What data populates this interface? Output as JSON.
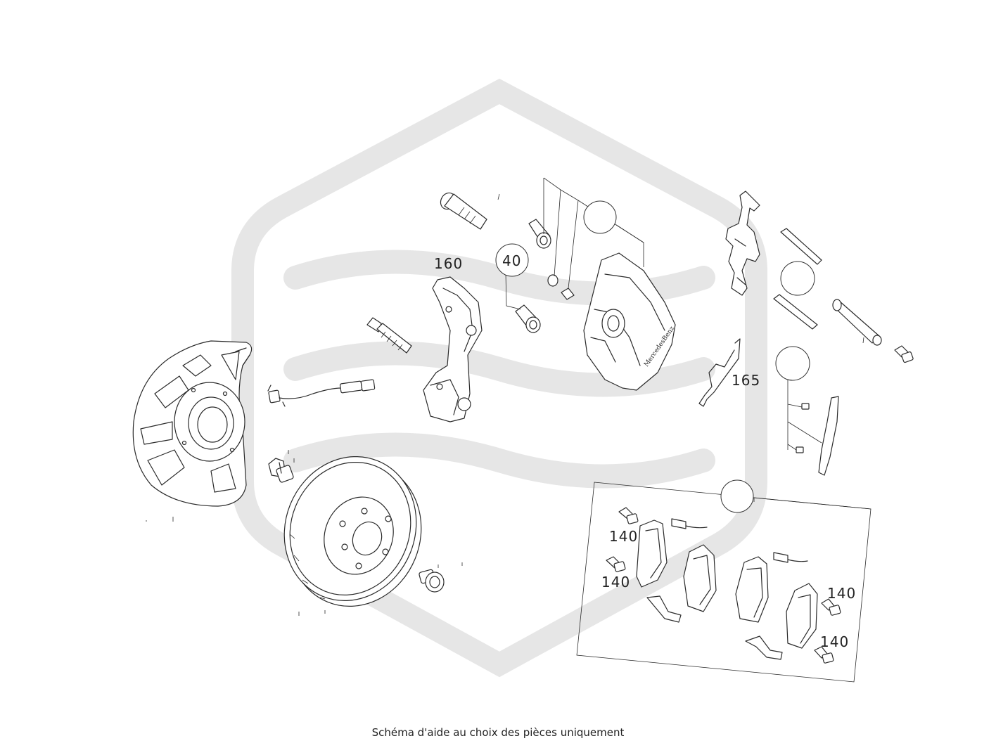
{
  "callouts": {
    "c160": "160",
    "c40": "40",
    "c165": "165",
    "c140a": "140",
    "c140b": "140",
    "c140c": "140",
    "c140d": "140"
  },
  "caption": "Schéma d'aide au choix des pièces uniquement",
  "colors": {
    "watermark": "#e6e6e6",
    "lines": "#2a2a2a"
  }
}
